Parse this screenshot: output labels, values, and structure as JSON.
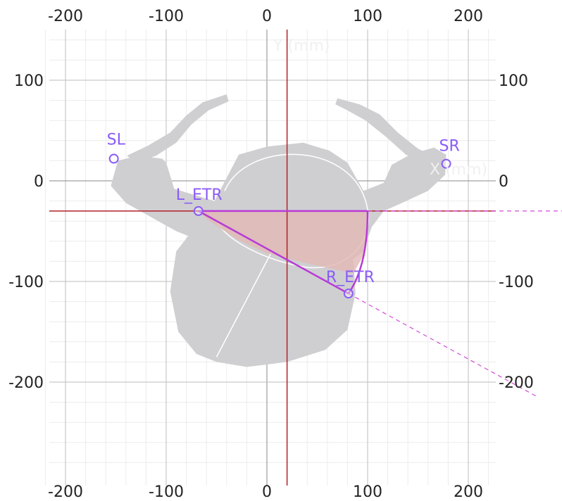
{
  "chart_data": {
    "type": "scatter",
    "x_ticks": [
      "-200",
      "-100",
      "0",
      "100",
      "200"
    ],
    "y_ticks": [
      "100",
      "0",
      "-100",
      "-200"
    ],
    "x_tick_values": [
      -200,
      -100,
      0,
      100,
      200
    ],
    "y_tick_values": [
      100,
      0,
      -100,
      -200
    ],
    "xlim": [
      -220,
      220
    ],
    "ylim": [
      -280,
      145
    ],
    "grid": true,
    "axis_titles": {
      "y": "Y (mm)",
      "x": "X (mm)"
    },
    "landmarks": [
      {
        "name": "SL",
        "x": -152,
        "y": 22
      },
      {
        "name": "SR",
        "x": 178,
        "y": 17
      },
      {
        "name": "L_ETR",
        "x": -68,
        "y": -30
      },
      {
        "name": "R_ETR",
        "x": 81,
        "y": -112
      }
    ],
    "reference_lines": {
      "vertical_x": 20,
      "horizontal_y": -30
    },
    "projection_line": {
      "from": [
        -68,
        -30
      ],
      "to": [
        270,
        -215
      ]
    },
    "horizontal_dashed_extension": {
      "from": [
        100,
        -30
      ],
      "to": [
        300,
        -30
      ]
    },
    "colors": {
      "landmark": "#8a5cf6",
      "reference_line": "#b0202a",
      "projection": "#b93ad6",
      "projection_dashed": "#d24ad9",
      "shape_fill": "#cfcfd2",
      "overlap_fill": "#e1b8b5",
      "grid": "#bdbdbd"
    }
  }
}
